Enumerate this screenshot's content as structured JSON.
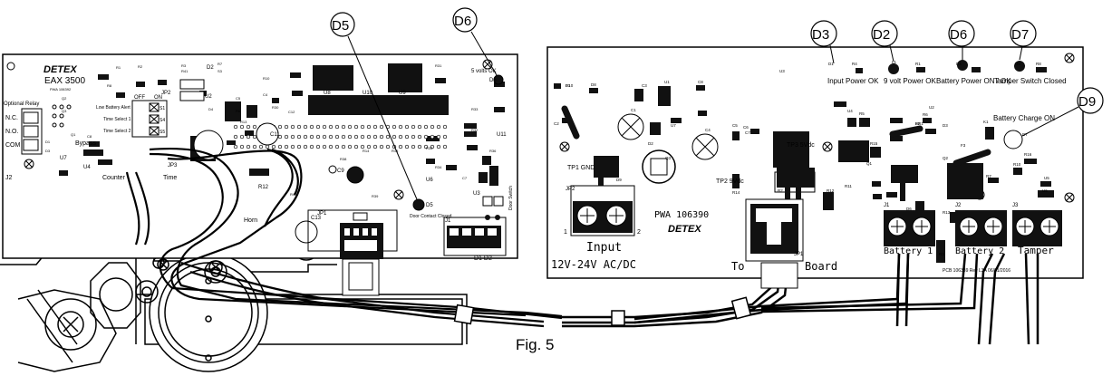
{
  "figure": {
    "caption": "Fig. 5"
  },
  "left_board": {
    "brand": "DETEX",
    "model": "EAX 3500",
    "pwa": "PWA 106392",
    "callouts": [
      "D5",
      "D6"
    ],
    "status_label": "5 volts OK",
    "relay": {
      "title": "Optional Relay",
      "nc": "N.C.",
      "no": "N.O.",
      "com": "COM",
      "connector": "J2"
    },
    "switch_block": {
      "off": "OFF",
      "on": "ON",
      "rows": [
        "Low Battery Alert",
        "Time Select 1",
        "Time Select 2"
      ],
      "codes": [
        "S1",
        "S4",
        "S5"
      ]
    },
    "bypass": "Bypass",
    "counter": "Counter",
    "time": "Time",
    "horn": "Horn",
    "door_contact": "Door Contact Closed",
    "door_switch": "Door Switch",
    "terminal": "J1",
    "terminal_pins": "D1 D2",
    "jp1": "JP1",
    "jp2": "JP2",
    "jp3": "JP3",
    "c9": "C9",
    "c11": "C11",
    "c13": "C13",
    "u2": "U2",
    "u3": "U3",
    "u4": "U4",
    "u6": "U6",
    "u7": "U7",
    "u8": "U8",
    "u9": "U9",
    "u10": "U10",
    "u11": "U11",
    "r12": "R12",
    "d2": "D2",
    "d5": "D5",
    "d6": "D6",
    "ref_labels": [
      "R1",
      "R2",
      "R3",
      "R7",
      "R8",
      "R10",
      "C4",
      "C5",
      "C12",
      "R30",
      "R31",
      "R32",
      "R33",
      "R34",
      "R35",
      "R36",
      "C7",
      "C8",
      "Q1",
      "Q2",
      "Q3",
      "D1",
      "D3",
      "D4",
      "R6",
      "R13",
      "R14",
      "R15",
      "R38",
      "R39",
      "R40",
      "R41",
      "S3"
    ]
  },
  "right_board": {
    "callouts": [
      "D3",
      "D2",
      "D6",
      "D7",
      "D9"
    ],
    "input_power": "Input Power OK",
    "volt_power": "9 volt Power OK",
    "battery_power": "Battery Power ON / OK",
    "tamper_switch": "Tamper Switch Closed",
    "battery_charge": "Battery Charge ON",
    "input": "Input",
    "input_range": "12V-24V AC/DC",
    "pwa": "PWA 106390",
    "brand": "DETEX",
    "to_board": "To",
    "board": "Board",
    "battery1": "Battery 1",
    "battery2": "Battery 2",
    "tamper": "Tamper",
    "tp1": "TP1 GND",
    "tp2": "TP2 9Vdc",
    "tp3": "TP3 5Vdc",
    "jp1": "JP1",
    "jp2": "JP2",
    "j1": "J1",
    "j2": "J2",
    "j3": "J3",
    "pin1": "1",
    "pin2": "2",
    "pcb_rev": "PCB 106389 Rev L3A 06/01/2016",
    "ref_labels": [
      "F1",
      "F2",
      "F3",
      "D8",
      "U1",
      "U2",
      "U3",
      "U4",
      "U5",
      "U6",
      "U7",
      "C1",
      "C2",
      "C3",
      "C4",
      "C5",
      "C6",
      "C7",
      "C8",
      "R1",
      "R2",
      "R3",
      "R4",
      "R5",
      "R6",
      "R7",
      "R8",
      "R10",
      "R11",
      "R12",
      "R13",
      "R14",
      "R15",
      "R16",
      "Q1",
      "Q2",
      "Q3",
      "K1",
      "L1",
      "D1",
      "D2",
      "D3",
      "D4",
      "D5",
      "D6",
      "D7",
      "D9",
      "D10",
      "BR1"
    ]
  }
}
